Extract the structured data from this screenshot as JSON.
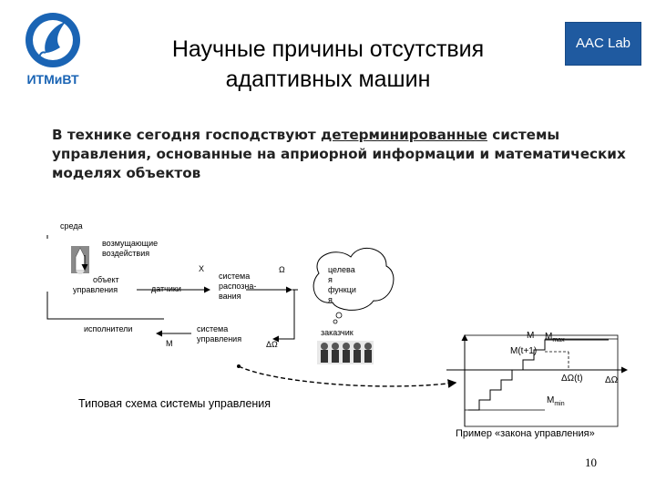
{
  "slide": {
    "title_line1": "Научные причины отсутствия",
    "title_line2": "адаптивных машин",
    "lead_part1": "В технике сегодня господствуют ",
    "lead_underlined": "детерминированные",
    "lead_part2": " системы управления, основанные на априорной информации и математических моделях объектов",
    "page_number": "10"
  },
  "logos": {
    "itmo_text": "ИТМиВТ",
    "aac_text": "AAC Lab"
  },
  "scheme": {
    "env": "среда",
    "disturb_line1": "возмущающие",
    "disturb_line2": "воздействия",
    "object_line1": "объект",
    "object_line2": "управления",
    "sensors": "датчики",
    "x_label": "X",
    "recog_line1": "система",
    "recog_line2": "распозна-",
    "recog_line3": "вания",
    "omega": "Ω",
    "target_line1": "целева",
    "target_line2": "я",
    "target_line3": "функци",
    "target_line4": "я",
    "customer": "заказчик",
    "actuators": "исполнители",
    "ctrl_line1": "система",
    "ctrl_line2": "управления",
    "m_label": "M",
    "delta_omega": "ΔΩ",
    "caption": "Типовая схема системы управления"
  },
  "law": {
    "y_label": "M",
    "m_max": "M",
    "m_max_sub": "max",
    "m_t1": "M(t+1)",
    "delta_omega_t": "ΔΩ(t)",
    "x_label": "ΔΩ",
    "m_min": "M",
    "m_min_sub": "min",
    "caption": "Пример «закона управления»"
  },
  "colors": {
    "aac_bg": "#1f5aa0",
    "itmo_blue": "#1a64b4"
  }
}
